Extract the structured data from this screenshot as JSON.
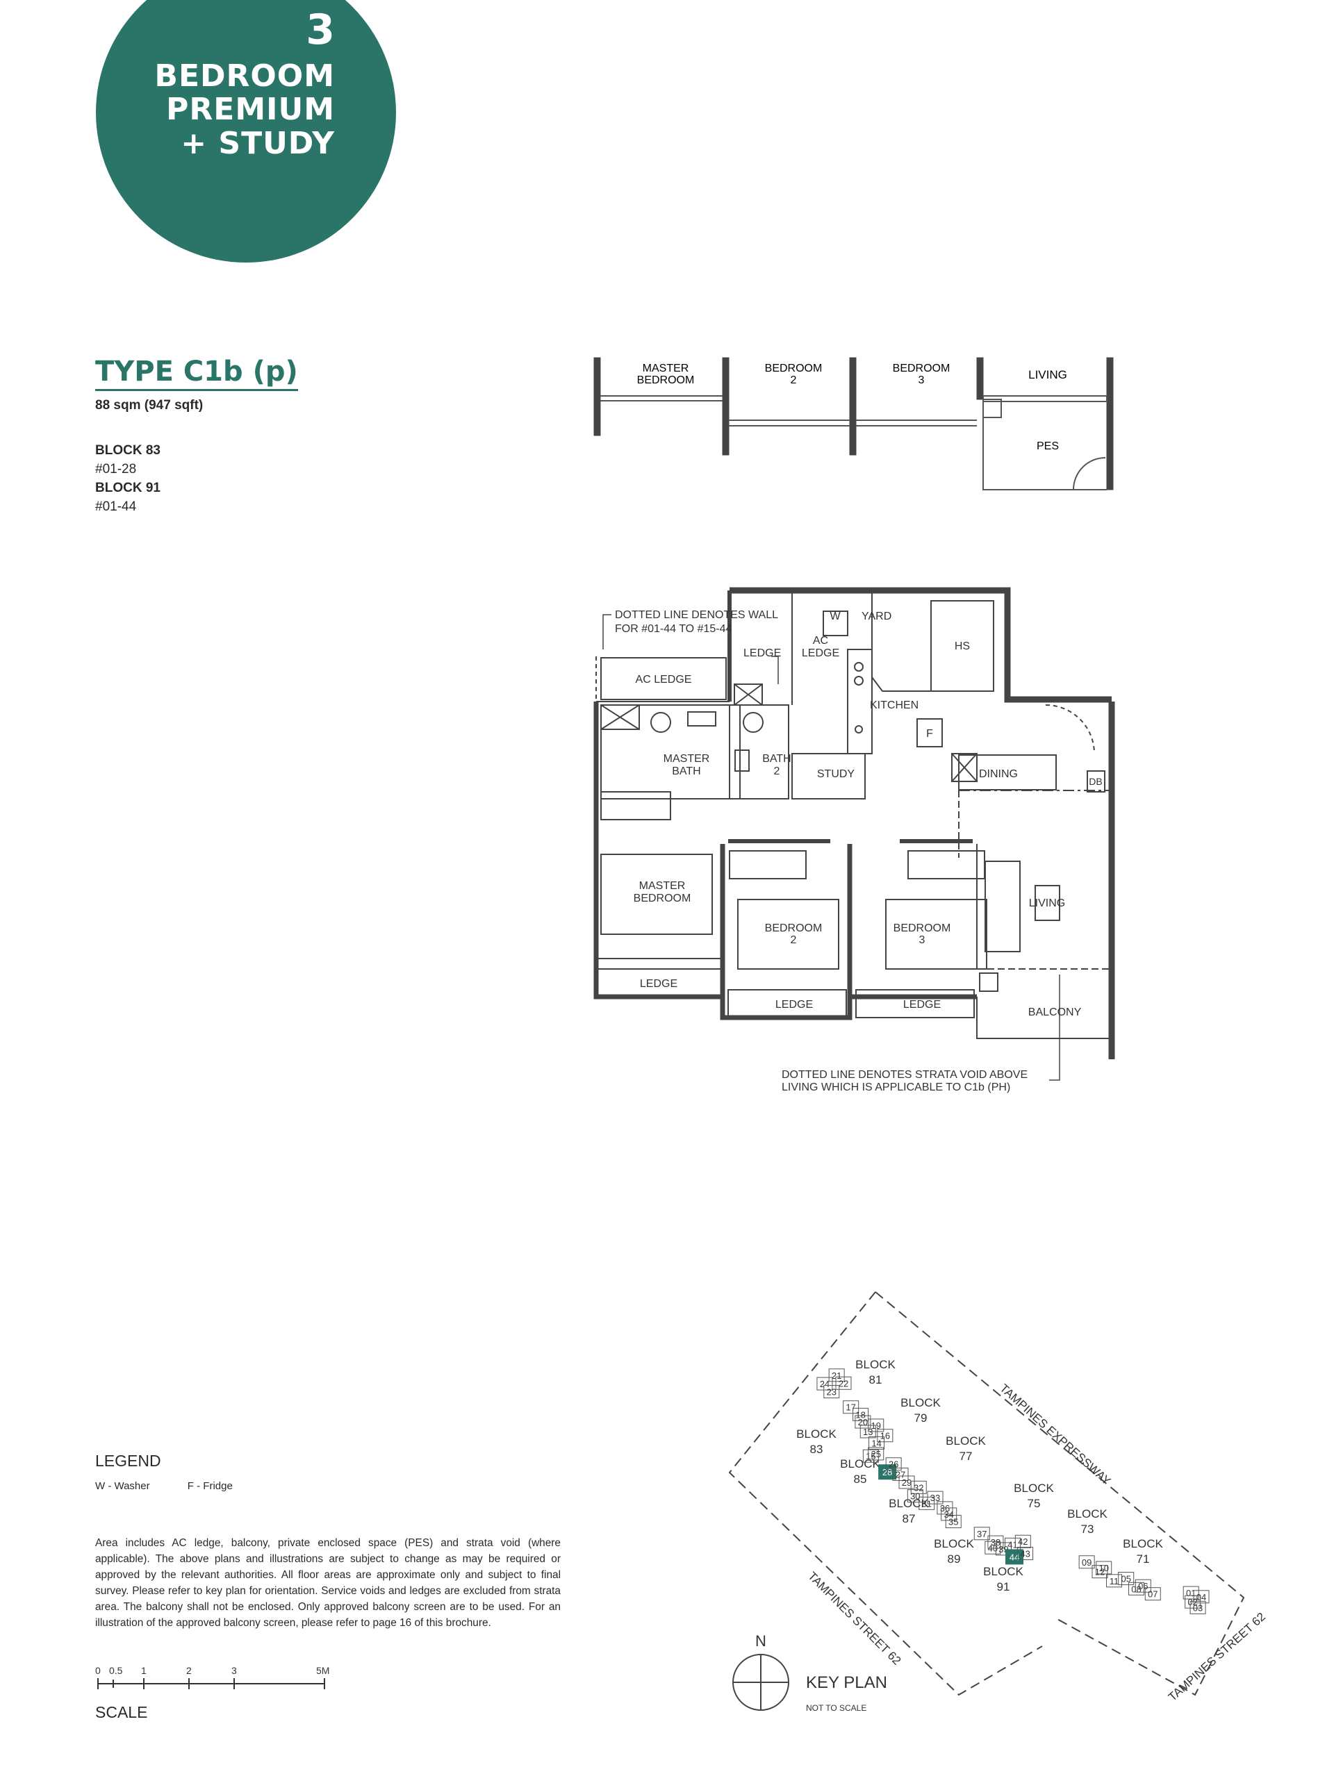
{
  "badge": {
    "number": "3",
    "line1": "BEDROOM",
    "line2": "PREMIUM",
    "line3": "+ STUDY"
  },
  "unit": {
    "type_title": "TYPE C1b (p)",
    "area": "88 sqm (947 sqft)",
    "blocks": [
      {
        "block": "BLOCK 83",
        "unit": "#01-28"
      },
      {
        "block": "BLOCK 91",
        "unit": "#01-44"
      }
    ]
  },
  "elevation": {
    "master_bedroom": "MASTER",
    "master_bedroom2": "BEDROOM",
    "bedroom2": "BEDROOM",
    "bedroom2_num": "2",
    "bedroom3": "BEDROOM",
    "bedroom3_num": "3",
    "living": "LIVING",
    "pes": "PES"
  },
  "plan": {
    "note_wall_1": "DOTTED LINE DENOTES WALL",
    "note_wall_2": "FOR #01-44 TO #15-44",
    "ac_ledge": "AC LEDGE",
    "ac": "AC",
    "ledge": "LEDGE",
    "w": "W",
    "yard": "YARD",
    "hs": "HS",
    "kitchen": "KITCHEN",
    "f": "F",
    "master": "MASTER",
    "bath": "BATH",
    "bath2": "BATH",
    "two": "2",
    "three": "3",
    "study": "STUDY",
    "dining": "DINING",
    "db": "DB",
    "master_bedroom_1": "MASTER",
    "master_bedroom_2": "BEDROOM",
    "bedroom": "BEDROOM",
    "living": "LIVING",
    "balcony": "BALCONY",
    "note_void_1": "DOTTED LINE DENOTES STRATA VOID ABOVE",
    "note_void_2": "LIVING WHICH IS APPLICABLE TO C1b (PH)"
  },
  "legend": {
    "title": "LEGEND",
    "w": "W  -  Washer",
    "f": "F  -  Fridge"
  },
  "note": "Area includes AC ledge, balcony, private enclosed space (PES) and strata void (where applicable). The above plans and illustrations are subject to change as may be required or approved by the relevant authorities. All floor areas are approximate only and subject to final survey. Please refer to key plan for orientation. Service voids and ledges are excluded from strata area. The balcony shall not be enclosed. Only approved balcony screen are to be used. For an illustration of the approved balcony screen, please refer to page 16 of this brochure.",
  "scale": {
    "title": "SCALE",
    "ticks": [
      "0",
      "0.5",
      "1",
      "2",
      "3",
      "5M"
    ]
  },
  "keyplan": {
    "north": "N",
    "title": "KEY PLAN",
    "subtitle": "NOT TO SCALE",
    "roads": {
      "expressway": "TAMPINES EXPRESSWAY",
      "street_left": "TAMPINES STREET 62",
      "street_right": "TAMPINES STREET 62"
    },
    "blocks": [
      {
        "name": "BLOCK",
        "num": "81"
      },
      {
        "name": "BLOCK",
        "num": "79"
      },
      {
        "name": "BLOCK",
        "num": "83"
      },
      {
        "name": "BLOCK",
        "num": "77"
      },
      {
        "name": "BLOCK",
        "num": "85"
      },
      {
        "name": "BLOCK",
        "num": "75"
      },
      {
        "name": "BLOCK",
        "num": "87"
      },
      {
        "name": "BLOCK",
        "num": "73"
      },
      {
        "name": "BLOCK",
        "num": "89"
      },
      {
        "name": "BLOCK",
        "num": "71"
      },
      {
        "name": "BLOCK",
        "num": "91"
      }
    ],
    "units": [
      "21",
      "22",
      "24",
      "23",
      "17",
      "20",
      "18",
      "19",
      "13",
      "16",
      "14",
      "15",
      "25",
      "28",
      "26",
      "27",
      "29",
      "32",
      "30",
      "31",
      "33",
      "36",
      "34",
      "35",
      "37",
      "40",
      "38",
      "39",
      "41",
      "44",
      "42",
      "43",
      "09",
      "12",
      "10",
      "11",
      "05",
      "08",
      "06",
      "07",
      "01",
      "04",
      "02",
      "03"
    ],
    "highlight_units": [
      "28",
      "44"
    ],
    "highlight_color": "#2a7468"
  }
}
